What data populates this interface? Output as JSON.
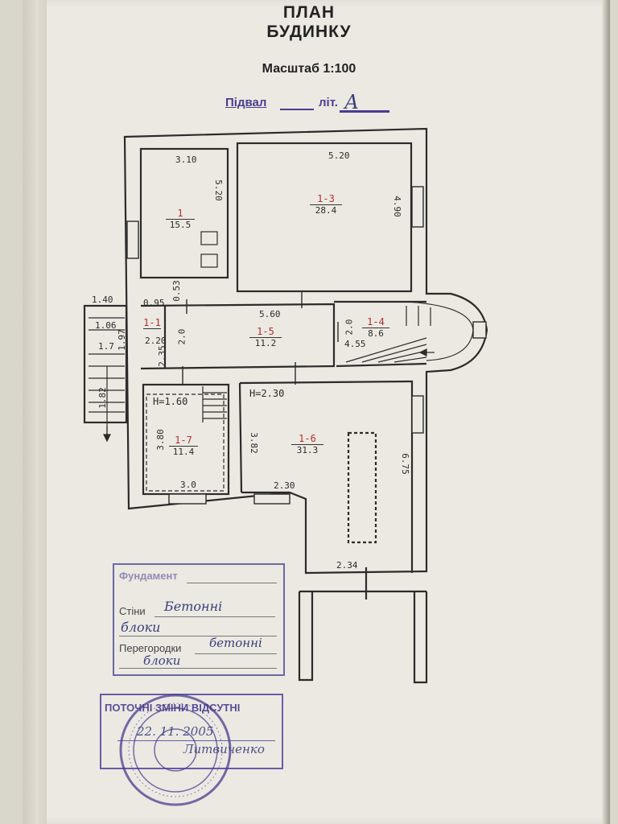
{
  "header": {
    "title_line1": "ПЛАН",
    "title_line2": "БУДИНКУ",
    "scale": "Масштаб 1:100",
    "floor_label": "Підвал",
    "floor_suffix": "літ.",
    "floor_letter": "А"
  },
  "plan": {
    "dimensions": {
      "d310": "3.10",
      "d520v": "5.20",
      "d520h": "5.20",
      "d490": "4.90",
      "d053": "0.53",
      "d095": "0.95",
      "d140": "1.40",
      "d106": "1.06",
      "d17": "1.7",
      "d197": "1.97",
      "d220": "2.20",
      "d235": "2.35",
      "d20a": "2.0",
      "d560": "5.60",
      "d20b": "2.0",
      "d455": "4.55",
      "d182": "1.82",
      "h160": "H=1.60",
      "h230": "H=2.30",
      "d380": "3.80",
      "d30": "3.0",
      "d382": "3.82",
      "d230": "2.30",
      "d675": "6.75",
      "d234": "2.34"
    },
    "rooms": [
      {
        "id": "1",
        "area": "15.5"
      },
      {
        "id": "1-3",
        "area": "28.4"
      },
      {
        "id": "1-1",
        "area": ""
      },
      {
        "id": "1-5",
        "area": "11.2"
      },
      {
        "id": "1-4",
        "area": "8.6"
      },
      {
        "id": "1-7",
        "area": "11.4"
      },
      {
        "id": "1-6",
        "area": "31.3"
      }
    ]
  },
  "materials": {
    "foundation_label": "Фундамент",
    "walls_label": "Стіни",
    "walls_value": "Бетонні",
    "walls_value2": "блоки",
    "partitions_label": "Перегородки",
    "partitions_value": "бетонні",
    "partitions_value2": "блоки"
  },
  "stamp": {
    "heading": "ПОТОЧНІ ЗМІНИ ВІДСУТНІ",
    "date": "22. 11. 2005",
    "signature": "Литвиченко",
    "seal_color": "#4a3d8f"
  }
}
